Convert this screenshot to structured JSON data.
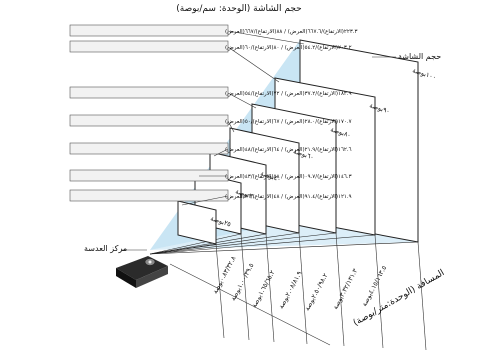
{
  "title": "حجم الشاشة (الوحدة: سم/بوصة)",
  "labels": {
    "screen_size": "حجم الشاشة",
    "lens_center": "مركز العدسة",
    "distance": "المسافة (الوحدة:متر/بوصة)"
  },
  "screens": [
    {
      "size": "١٠٠بوصة",
      "dims": "٢٢٣.٣(الارتفاع)/٦٦٧.٦(العرض) / ٨٨(الارتفاع)/٦٦٧(العرض)"
    },
    {
      "size": "٩٠بوصة",
      "dims": "٢٠٣.٢(الارتفاع)/٥٤.٢(العرض) / ٨٠(الارتفاع)/٦٠(العرض)"
    },
    {
      "size": "٨٠بوصة",
      "dims": "١٨٢.٩(الارتفاع)/٣٧.٢(العرض) / ٧٢(الارتفاع)/٥٤(العرض)"
    },
    {
      "size": "٦٠بوصة",
      "dims": "١٧٠.٧(الارتفاع)/٢٨.٠(العرض) / ٦٧(الارتفاع)/٥٠(العرض)"
    },
    {
      "size": "٤٠بوصة",
      "dims": "١٦٢.٦(الارتفاع)/٢١.٩(العرض) / ٦٤(الارتفاع)/٤٨(العرض)"
    },
    {
      "size": "٣٠بوصة",
      "dims": "١٤٦.٣(الارتفاع)/٠٩.٧(العرض) / ٥٨(الارتفاع)/٤٣(العرض)"
    },
    {
      "size": "٢٥بوصة",
      "dims": "١٢١.٩(الارتفاع)/٩١.٤(العرض) / ٤٨(الارتفاع)/٣٦(العرض)"
    }
  ],
  "distances": [
    "٠.٨٣/٣٢.٨بوصة",
    "١.٠٠/٣٩.٥بوصة",
    "١.٦٥/٦٥.٢بوصة",
    "٢.٠٨/٨١.٩بوصة",
    "٢.٥٠/٩٨.٢بوصة",
    "٣.٣٢/١٣١.٣بوصة",
    "٤.١٥/١٦٣.٥بوصة"
  ],
  "colors": {
    "beam": "#bfe0f2",
    "screen_stroke": "#222222",
    "box_fill": "#f2f2f2"
  },
  "icon": "projector-icon"
}
